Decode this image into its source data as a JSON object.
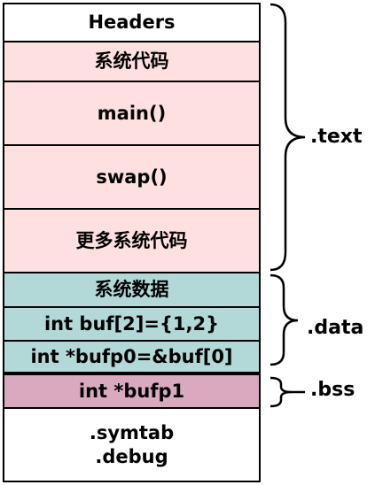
{
  "sections": [
    {
      "id": "headers",
      "label": "Headers"
    },
    {
      "id": "system-code",
      "label": "系统代码"
    },
    {
      "id": "main",
      "label": "main()"
    },
    {
      "id": "swap",
      "label": "swap()"
    },
    {
      "id": "more-system-code",
      "label": "更多系统代码"
    },
    {
      "id": "system-data",
      "label": "系统数据"
    },
    {
      "id": "buf",
      "label": "int buf[2]={1,2}"
    },
    {
      "id": "bufp0",
      "label": "int  *bufp0=&buf[0]"
    },
    {
      "id": "bufp1",
      "label": "int *bufp1"
    },
    {
      "id": "symtab",
      "label": ".symtab"
    },
    {
      "id": "debug",
      "label": ".debug"
    }
  ],
  "segment_labels": {
    "text": ".text",
    "data": ".data",
    "bss": ".bss"
  },
  "colors": {
    "text_segment": "#fde0df",
    "data_segment": "#b2d9d7",
    "bss_segment": "#d8a9bf",
    "other": "#ffffff",
    "border": "#000000"
  }
}
